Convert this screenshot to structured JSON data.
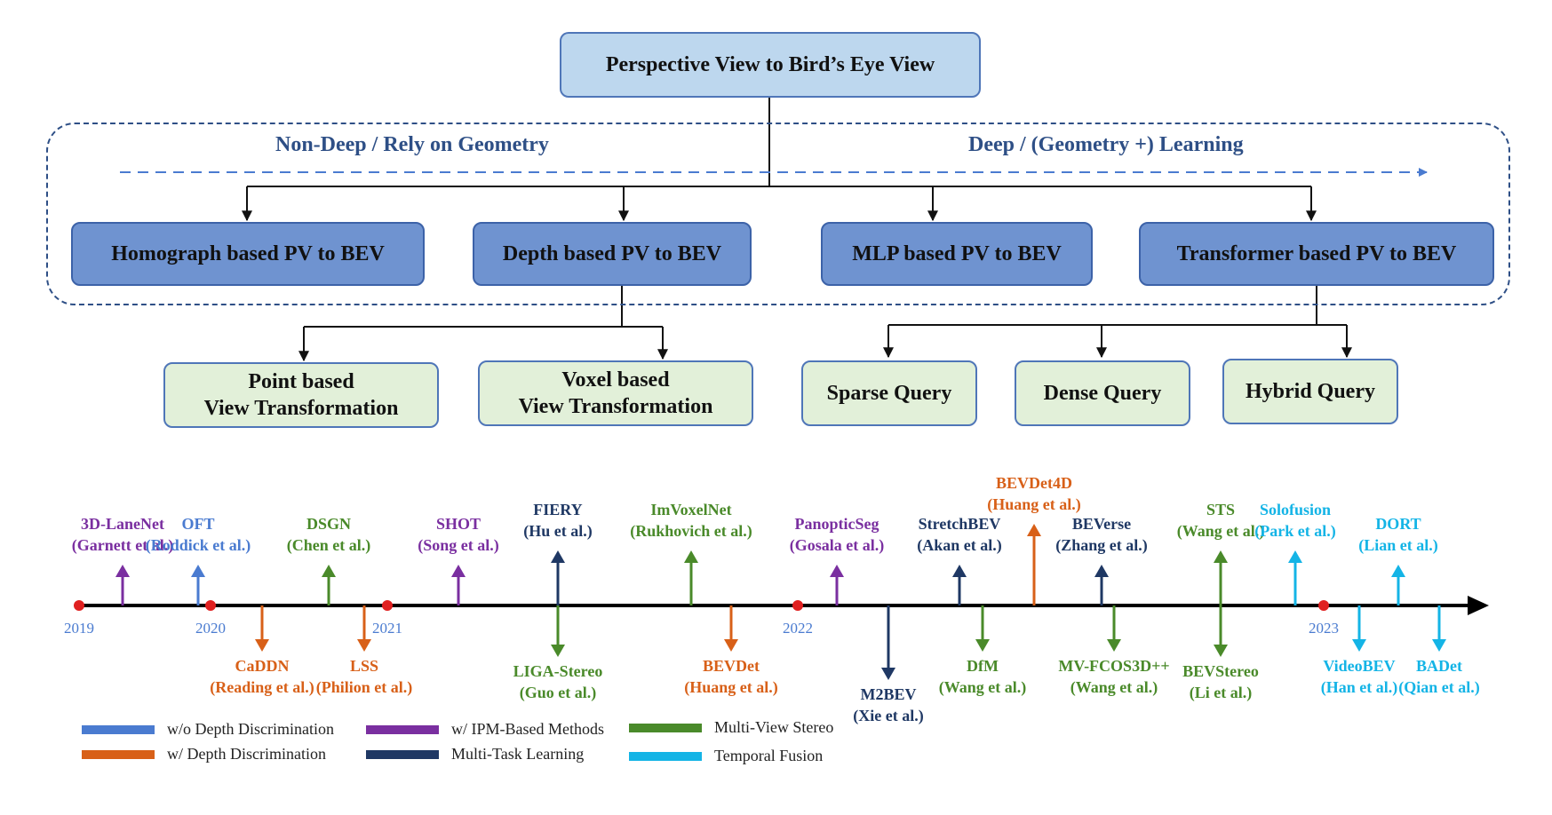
{
  "root": {
    "label": "Perspective View to Bird’s Eye View"
  },
  "headers": {
    "left": "Non-Deep / Rely on Geometry",
    "right": "Deep / (Geometry +) Learning"
  },
  "categories": [
    {
      "label": "Homograph based PV to BEV"
    },
    {
      "label": "Depth based PV to BEV"
    },
    {
      "label": "MLP based PV to BEV"
    },
    {
      "label": "Transformer based PV to BEV"
    }
  ],
  "subcategories": [
    {
      "line1": "Point based",
      "line2": "View Transformation"
    },
    {
      "line1": "Voxel based",
      "line2": "View Transformation"
    },
    {
      "line1": "Sparse Query",
      "line2": ""
    },
    {
      "line1": "Dense Query",
      "line2": ""
    },
    {
      "line1": "Hybrid Query",
      "line2": ""
    }
  ],
  "colors": {
    "no_depth": "#4a7bd0",
    "depth": "#d86018",
    "ipm": "#7a2fa0",
    "multitask": "#1f3864",
    "mvs": "#4a8a2a",
    "temporal": "#14b4e6",
    "year_dot": "#e02020"
  },
  "years": [
    {
      "label": "2019",
      "t": 2019.0
    },
    {
      "label": "2020",
      "t": 2020.0
    },
    {
      "label": "2021",
      "t": 2021.0
    },
    {
      "label": "2022",
      "t": 2022.0
    },
    {
      "label": "2023",
      "t": 2023.0
    }
  ],
  "events": [
    {
      "name": "3D-LaneNet",
      "authors": "(Garnett et al.)",
      "t": 2019.25,
      "side": "up",
      "cat": "ipm"
    },
    {
      "name": "OFT",
      "authors": "(Roddick et al.)",
      "t": 2019.95,
      "side": "up",
      "cat": "no_depth"
    },
    {
      "name": "CaDDN",
      "authors": "(Reading et al.)",
      "t": 2020.28,
      "side": "down",
      "cat": "depth"
    },
    {
      "name": "DSGN",
      "authors": "(Chen et al.)",
      "t": 2020.65,
      "side": "up",
      "cat": "mvs"
    },
    {
      "name": "LSS",
      "authors": "(Philion et al.)",
      "t": 2020.85,
      "side": "down",
      "cat": "depth"
    },
    {
      "name": "SHOT",
      "authors": "(Song et al.)",
      "t": 2021.4,
      "side": "up",
      "cat": "ipm"
    },
    {
      "name": "FIERY",
      "authors": "(Hu et al.)",
      "t": 2021.93,
      "side": "up",
      "cat": "multitask"
    },
    {
      "name": "LIGA-Stereo",
      "authors": "(Guo et al.)",
      "t": 2021.93,
      "side": "down",
      "cat": "mvs"
    },
    {
      "name": "ImVoxelNet",
      "authors": "(Rukhovich et al.)",
      "t": 2022.68,
      "side": "up",
      "cat": "mvs"
    },
    {
      "name": "BEVDet",
      "authors": "(Huang et al.)",
      "t": 2022.91,
      "side": "down",
      "cat": "depth"
    },
    {
      "name": "PanopticSeg",
      "authors": "(Gosala et al.)",
      "t": 2022.22,
      "side": "up",
      "cat": "ipm",
      "era": 2
    },
    {
      "name": "M2BEV",
      "authors": "(Xie et al.)",
      "t": 2022.5,
      "side": "down",
      "cat": "multitask",
      "era": 2
    },
    {
      "name": "StretchBEV",
      "authors": "(Akan et al.)",
      "t": 2022.92,
      "side": "up",
      "cat": "multitask",
      "era": 2
    },
    {
      "name": "DfM",
      "authors": "(Wang et al.)",
      "t": 2023.05,
      "side": "down",
      "cat": "mvs",
      "era": 2
    },
    {
      "name": "BEVDet4D",
      "authors": "(Huang et al.)",
      "t": 2023.32,
      "side": "up",
      "cat": "depth",
      "era": 2,
      "tall": true
    },
    {
      "name": "BEVerse",
      "authors": "(Zhang et al.)",
      "t": 2023.6,
      "side": "up",
      "cat": "multitask",
      "era": 2
    },
    {
      "name": "MV-FCOS3D++",
      "authors": "(Wang et al.)",
      "t": 2023.66,
      "side": "down",
      "cat": "mvs",
      "era": 2
    },
    {
      "name": "STS",
      "authors": "(Wang et al.)",
      "t": 2024.02,
      "side": "up",
      "cat": "mvs",
      "era": 2
    },
    {
      "name": "BEVStereo",
      "authors": "(Li et al.)",
      "t": 2024.02,
      "side": "down",
      "cat": "mvs",
      "era": 2
    },
    {
      "name": "Solofusion",
      "authors": "(Park et al.)",
      "t": 2024.38,
      "side": "up",
      "cat": "temporal",
      "era": 2
    },
    {
      "name": "VideoBEV",
      "authors": "(Han et al.)",
      "t": 2024.62,
      "side": "down",
      "cat": "temporal",
      "era": 2
    },
    {
      "name": "DORT",
      "authors": "(Lian et al.)",
      "t": 2024.77,
      "side": "up",
      "cat": "temporal",
      "era": 2
    },
    {
      "name": "BADet",
      "authors": "(Qian et al.)",
      "t": 2024.94,
      "side": "down",
      "cat": "temporal",
      "era": 2
    }
  ],
  "legend": [
    {
      "label": "w/o Depth Discrimination",
      "cat": "no_depth"
    },
    {
      "label": "w/ Depth Discrimination",
      "cat": "depth"
    },
    {
      "label": "w/ IPM-Based Methods",
      "cat": "ipm"
    },
    {
      "label": "Multi-Task Learning",
      "cat": "multitask"
    },
    {
      "label": "Multi-View Stereo",
      "cat": "mvs"
    },
    {
      "label": "Temporal Fusion",
      "cat": "temporal"
    }
  ]
}
